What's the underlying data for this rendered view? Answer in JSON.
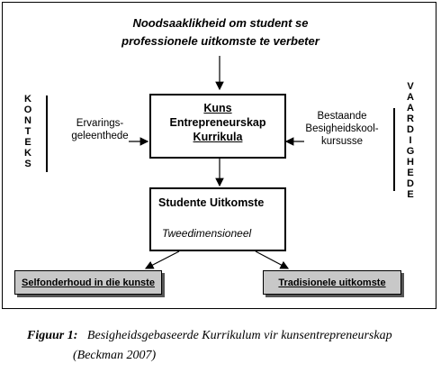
{
  "diagram": {
    "title_line1": "Noodsaaklikheid om student se",
    "title_line2": "professionele uitkomste te verbeter",
    "left_letters": [
      "K",
      "O",
      "N",
      "T",
      "E",
      "K",
      "S"
    ],
    "right_letters": [
      "V",
      "A",
      "A",
      "R",
      "D",
      "I",
      "G",
      "H",
      "E",
      "D",
      "E"
    ],
    "left_input_line1": "Ervarings-",
    "left_input_line2": "geleenthede",
    "right_input_line1": "Bestaande",
    "right_input_line2": "Besigheidskool-",
    "right_input_line3": "kursusse",
    "center_box_line1": "Kuns",
    "center_box_line2": "Entrepreneurskap",
    "center_box_line3": "Kurrikula",
    "outcomes_title": "Studente Uitkomste",
    "outcomes_subtitle": "Tweedimensioneel",
    "outcome_left": "Selfonderhoud in die kunste",
    "outcome_right": "Tradisionele uitkomste"
  },
  "caption": {
    "label": "Figuur 1:",
    "text": "Besigheidsgebaseerde Kurrikulum vir kunsentrepreneurskap",
    "citation": "(Beckman 2007)"
  }
}
